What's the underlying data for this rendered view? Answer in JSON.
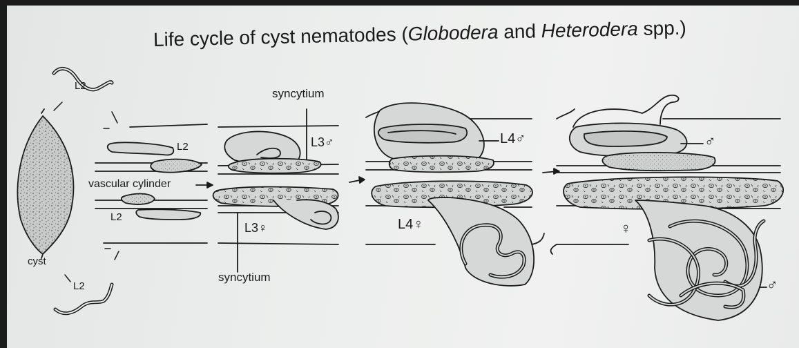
{
  "diagram": {
    "title": {
      "prefix": "Life cycle of cyst nematodes (",
      "genus1": "Globodera",
      "and": " and ",
      "genus2": "Heterodera",
      "suffix": " spp.)"
    },
    "labels": {
      "l2_top": "L2",
      "l2_bottom": "L2",
      "cyst": "cyst",
      "l2_root_upper": "L2",
      "l2_root_lower": "L2",
      "vascular_cylinder": "vascular cylinder",
      "syncytium_top": "syncytium",
      "syncytium_bottom": "syncytium",
      "l3_male": "L3♂",
      "l3_female": "L3♀",
      "l4_male": "L4♂",
      "l4_female": "L4♀",
      "adult_male_upper": "♂",
      "adult_female": "♀",
      "adult_male_lower": "♂"
    }
  }
}
